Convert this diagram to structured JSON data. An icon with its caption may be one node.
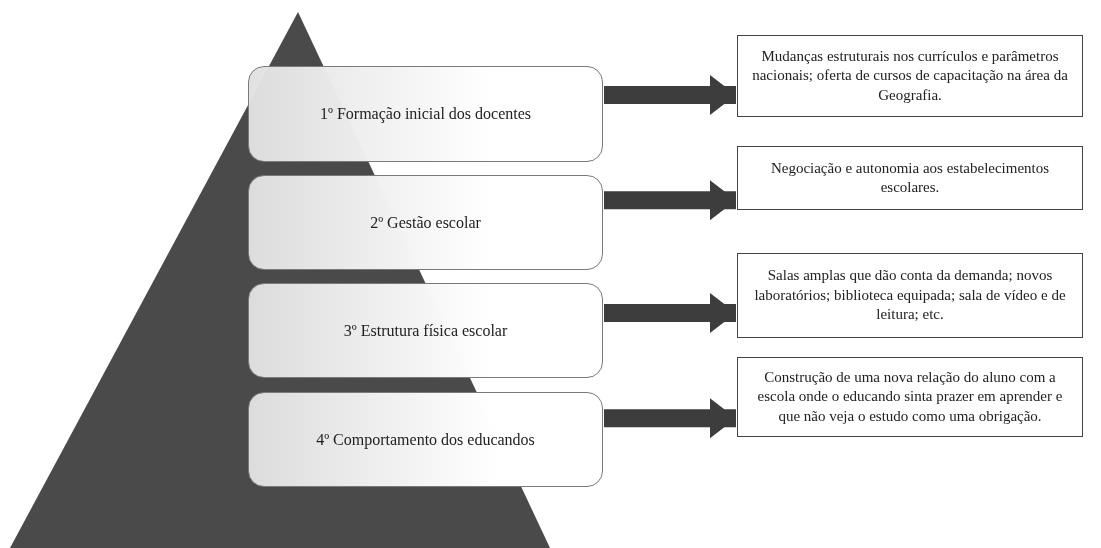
{
  "diagram": {
    "nodes": [
      {
        "text": [
          "1º Formação inicial dos docentes"
        ]
      },
      {
        "text": [
          "2º Gestão escolar"
        ]
      },
      {
        "text": [
          "3º Estrutura física escolar"
        ]
      },
      {
        "text": [
          "4º Comportamento dos educandos"
        ]
      },
      {
        "text": [
          "Mudanças estruturais nos currículos e parâmetros nacionais; oferta de cursos de capacitação na área da Geografia."
        ]
      },
      {
        "text": [
          "Negociação e autonomia aos estabelecimentos escolares."
        ]
      },
      {
        "text": [
          "Salas amplas que dão conta da demanda; novos laboratórios; biblioteca equipada; sala de vídeo e de leitura; etc."
        ]
      },
      {
        "text": [
          "Construção de uma nova relação do aluno com a escola onde o educando sinta prazer em aprender e que não veja o estudo como uma obrigação."
        ]
      }
    ],
    "edges": [
      {
        "from": 0,
        "to": 4,
        "arrow": "to"
      },
      {
        "from": 1,
        "to": 5,
        "arrow": "to"
      },
      {
        "from": 2,
        "to": 6,
        "arrow": "to"
      },
      {
        "from": 3,
        "to": 7,
        "arrow": "to"
      }
    ]
  }
}
